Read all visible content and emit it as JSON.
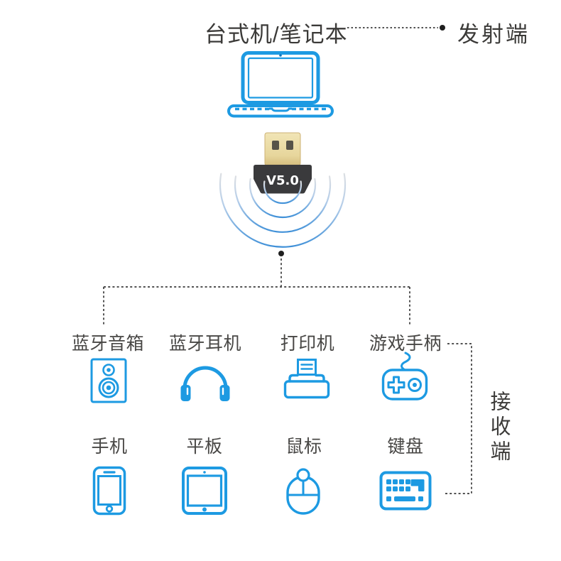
{
  "header": {
    "computer_label": "台式机/笔记本",
    "transmitter_label": "发射端"
  },
  "adapter": {
    "version_label": "V5.0",
    "icon": "usb-bluetooth-adapter-icon"
  },
  "laptop": {
    "icon": "laptop-icon"
  },
  "signal": {
    "icon": "signal-waves-icon"
  },
  "receiver": {
    "label": "接收端"
  },
  "devices_row1": [
    {
      "label": "蓝牙音箱",
      "icon": "speaker-icon"
    },
    {
      "label": "蓝牙耳机",
      "icon": "headphones-icon"
    },
    {
      "label": "打印机",
      "icon": "printer-icon"
    },
    {
      "label": "游戏手柄",
      "icon": "gamepad-icon"
    }
  ],
  "devices_row2": [
    {
      "label": "手机",
      "icon": "phone-icon"
    },
    {
      "label": "平板",
      "icon": "tablet-icon"
    },
    {
      "label": "鼠标",
      "icon": "mouse-icon"
    },
    {
      "label": "键盘",
      "icon": "keyboard-icon"
    }
  ],
  "colors": {
    "icon_blue": "#1d9ae2",
    "text_dark": "#3b3a38",
    "connector_dark": "#2e2e2e",
    "adapter_gold": "#ecdda6",
    "adapter_gold_shade": "#d8c183",
    "adapter_body": "#3a3a3c",
    "adapter_text": "#ffffff",
    "wave_blue": "#3f90d8",
    "wave_fade": "#dcdfe3"
  }
}
